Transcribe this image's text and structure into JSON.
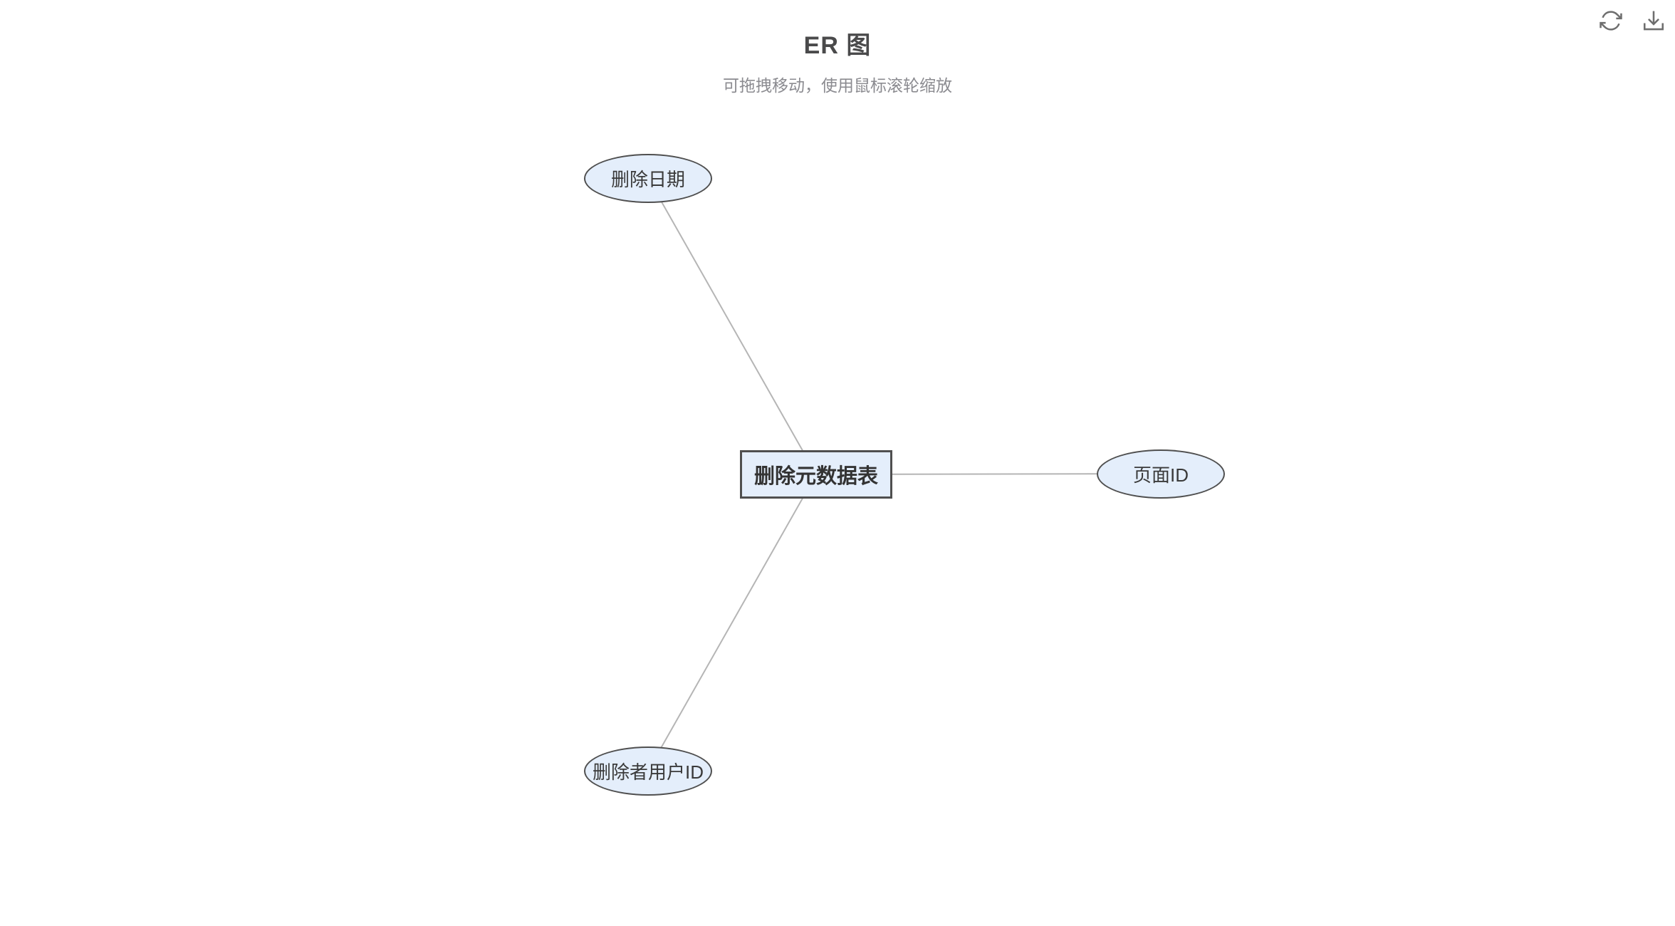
{
  "header": {
    "title": "ER 图",
    "subtitle": "可拖拽移动，使用鼠标滚轮缩放"
  },
  "toolbar": {
    "icons": [
      {
        "name": "refresh-icon"
      },
      {
        "name": "download-icon"
      }
    ]
  },
  "diagram": {
    "type": "er-diagram",
    "entity": {
      "label": "删除元数据表",
      "shape": "rectangle"
    },
    "attributes": [
      {
        "label": "删除日期",
        "shape": "ellipse",
        "position": "upper-left"
      },
      {
        "label": "页面ID",
        "shape": "ellipse",
        "position": "right"
      },
      {
        "label": "删除者用户ID",
        "shape": "ellipse",
        "position": "lower-left"
      }
    ],
    "edges": [
      {
        "from": "删除元数据表",
        "to": "删除日期"
      },
      {
        "from": "删除元数据表",
        "to": "页面ID"
      },
      {
        "from": "删除元数据表",
        "to": "删除者用户ID"
      }
    ]
  },
  "colors": {
    "node_fill": "#e4eefb",
    "node_stroke": "#4f4f4f",
    "edge": "#b5b5b5",
    "title_text": "#4a4a4b",
    "subtitle_text": "#8b8b90",
    "icon": "#6e6e6e",
    "background": "#ffffff"
  }
}
